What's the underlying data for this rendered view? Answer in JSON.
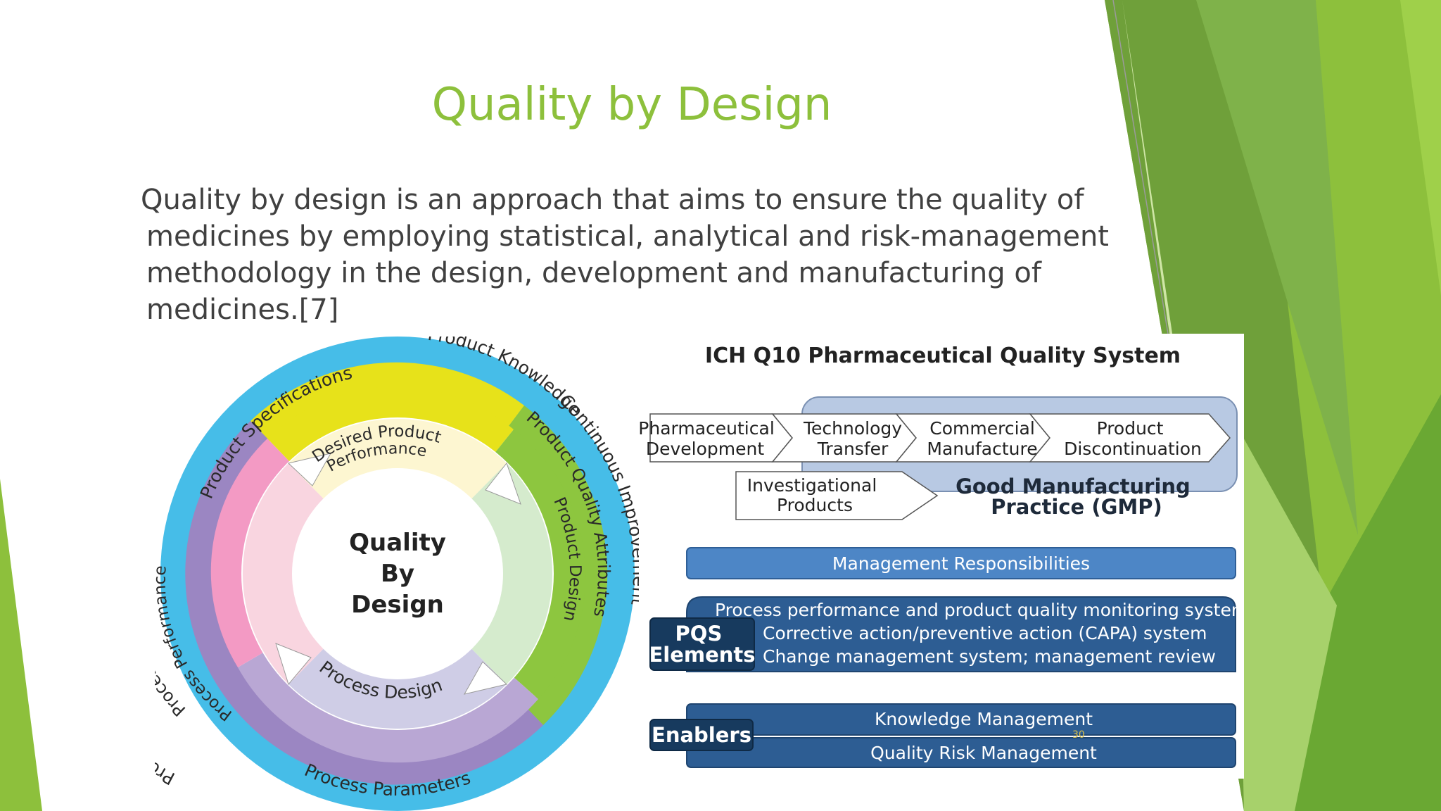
{
  "slide": {
    "title": "Quality by Design",
    "body_lines": [
      "Quality by design is an approach that aims to ensure the quality of",
      "medicines by employing statistical, analytical and risk-management",
      "methodology in the design, development and manufacturing of",
      "medicines.[7]"
    ],
    "slide_number": "30"
  },
  "qbd_wheel": {
    "center": [
      "Quality",
      "By",
      "Design"
    ],
    "outer_ring": {
      "top": "Product Knowledge",
      "right": "Continuous Improvement",
      "left": "Process Understanding",
      "bottom": "Process Parameters"
    },
    "middle_ring": {
      "top": "Product Specifications",
      "right": "Product Quality Attributes",
      "left": "Process Controls"
    },
    "inner_ring": {
      "top": [
        "Desired Product",
        "Performance"
      ],
      "right": "Product Design",
      "left": "Process Performance",
      "bottom": "Process Design"
    },
    "colors": {
      "outer": "#46bde8",
      "yellow": "#e7e21a",
      "green": "#8dc63f",
      "purple": "#9b86c2",
      "pink": "#f39ac4",
      "inner_top": "#fdf6d1",
      "inner_right": "#d5ebcd",
      "inner_bottom": "#cfcde6",
      "inner_left": "#f9d5e0"
    }
  },
  "pqs": {
    "title": "ICH Q10 Pharmaceutical Quality System",
    "lifecycle": [
      [
        "Pharmaceutical",
        "Development"
      ],
      [
        "Technology",
        "Transfer"
      ],
      [
        "Commercial",
        "Manufacture"
      ],
      [
        "Product",
        "Discontinuation"
      ]
    ],
    "investigational": [
      "Investigational",
      "Products"
    ],
    "gmp": [
      "Good Manufacturing",
      "Practice (GMP)"
    ],
    "management": "Management Responsibilities",
    "pqs_label": [
      "PQS",
      "Elements"
    ],
    "pqs_items": [
      "Process performance and product quality monitoring system",
      "Corrective action/preventive action (CAPA) system",
      "Change management system; management review"
    ],
    "enablers_label": "Enablers",
    "enablers": [
      "Knowledge Management",
      "Quality Risk Management"
    ],
    "colors": {
      "gmp_bg": "#b8c9e3",
      "mgmt": "#4d86c6",
      "pqs": "#2d5d93",
      "label": "#173a5e"
    }
  }
}
